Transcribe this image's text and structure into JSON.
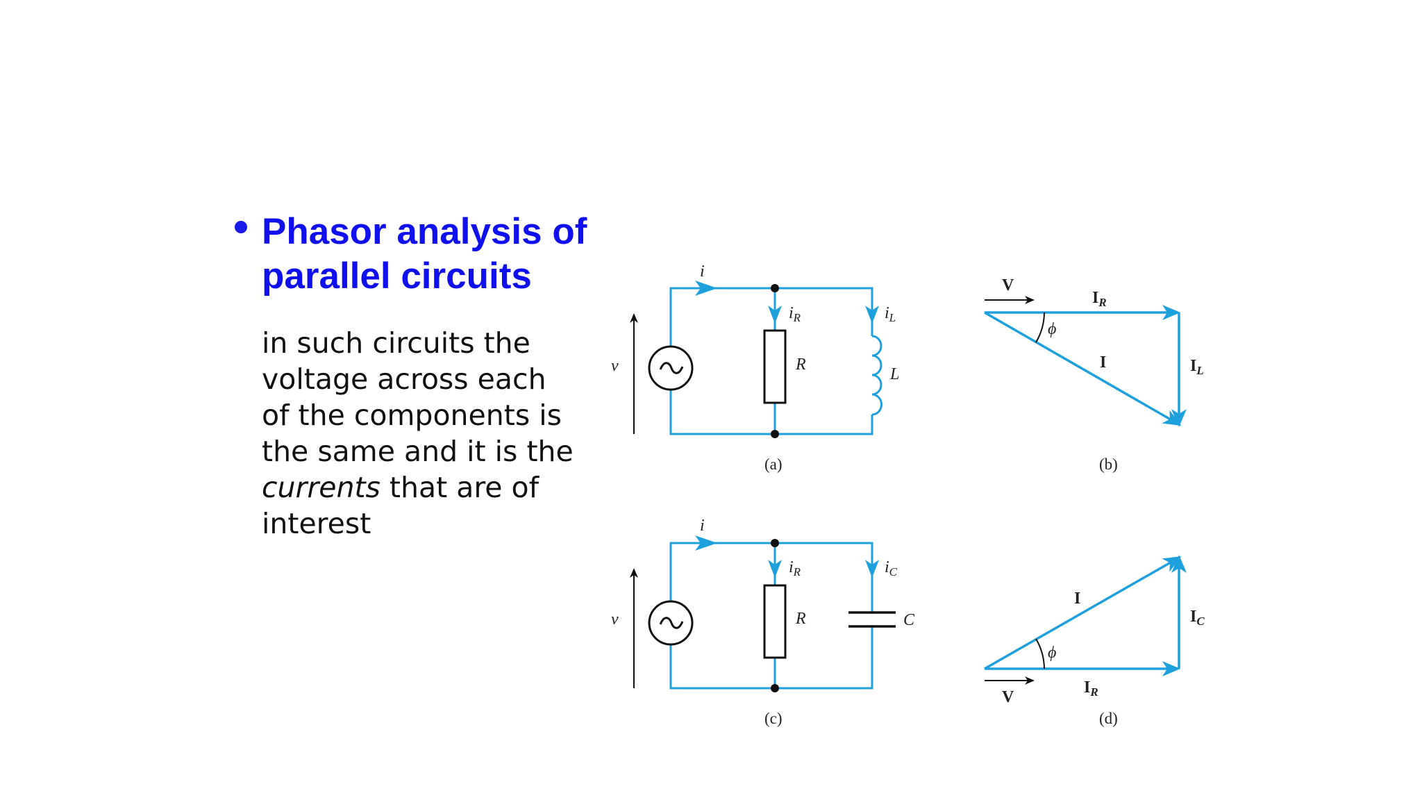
{
  "slide": {
    "title": "Phasor analysis of parallel circuits",
    "body": {
      "before": "in such circuits the voltage across each of the components is the same and it is the ",
      "emphasis": "currents",
      "after": " that are of interest"
    }
  },
  "colors": {
    "accent": "#1010ee",
    "wire": "#1ea0dc"
  },
  "diagrams": {
    "a": {
      "caption": "(a)",
      "labels": {
        "source_current": "i",
        "voltage": "v",
        "resistor_current": "i",
        "resistor_current_sub": "R",
        "resistor": "R",
        "branch_current": "i",
        "branch_current_sub": "L",
        "component": "L"
      }
    },
    "b": {
      "caption": "(b)",
      "labels": {
        "voltage_ref": "V",
        "resistor_phasor": "I",
        "resistor_phasor_sub": "R",
        "total": "I",
        "branch_phasor": "I",
        "branch_phasor_sub": "L",
        "angle": "ϕ"
      }
    },
    "c": {
      "caption": "(c)",
      "labels": {
        "source_current": "i",
        "voltage": "v",
        "resistor_current": "i",
        "resistor_current_sub": "R",
        "resistor": "R",
        "branch_current": "i",
        "branch_current_sub": "C",
        "component": "C"
      }
    },
    "d": {
      "caption": "(d)",
      "labels": {
        "voltage_ref": "V",
        "resistor_phasor": "I",
        "resistor_phasor_sub": "R",
        "total": "I",
        "branch_phasor": "I",
        "branch_phasor_sub": "C",
        "angle": "ϕ"
      }
    }
  }
}
